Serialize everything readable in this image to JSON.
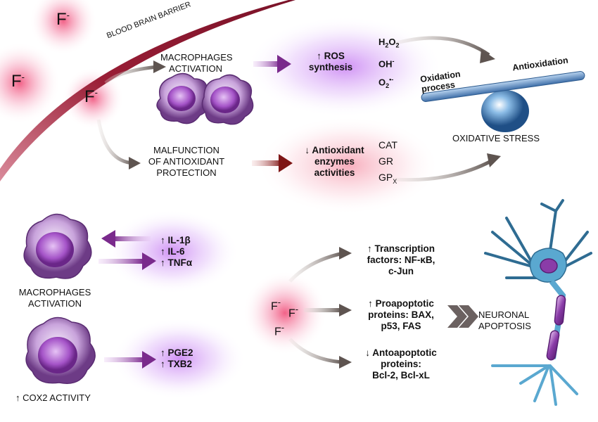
{
  "barrier_label": "BLOOD BRAIN BARRIER",
  "fluoride": {
    "symbol": "F",
    "charge": "-"
  },
  "top": {
    "macrophage_label": [
      "MACROPHAGES",
      "ACTIVATION"
    ],
    "ros_label": [
      "↑ ROS",
      "synthesis"
    ],
    "ros_species": [
      "H2O2",
      "OH-",
      "O2•-"
    ],
    "malfunction_label": [
      "MALFUNCTION",
      "OF ANTIOXIDANT",
      "PROTECTION"
    ],
    "antiox_label": [
      "↓ Antioxidant",
      "enzymes",
      "activities"
    ],
    "enzymes": [
      "CAT",
      "GR",
      "GPX"
    ]
  },
  "balance": {
    "left": [
      "Oxidation",
      "process"
    ],
    "right": "Antioxidation",
    "caption": "OXIDATIVE STRESS"
  },
  "bottom_left": {
    "cytokines": [
      "↑ IL-1β",
      "↑ IL-6",
      "↑ TNFα"
    ],
    "macrophage_label": [
      "MACROPHAGES",
      "ACTIVATION"
    ],
    "prostaglandins": [
      "↑ PGE2",
      "↑ TXB2"
    ],
    "cox2_label": "↑ COX2 ACTIVITY"
  },
  "bottom_right": {
    "transcription": [
      "↑ Transcription",
      "factors: NF-κB,",
      "c-Jun"
    ],
    "proapoptotic": [
      "↑ Proapoptotic",
      "proteins: BAX,",
      "p53, FAS"
    ],
    "antiapoptotic": [
      "↓ Antoapoptotic",
      "proteins:",
      "Bcl-2, Bcl-xL"
    ],
    "apoptosis_label": [
      "NEURONAL",
      "APOPTOSIS"
    ]
  },
  "colors": {
    "barrier": "#8b1a2e",
    "fluoride_glow": "#f06a8c",
    "macrophage": "#a06bc0",
    "ros_glow": "#c98af0",
    "arrow_purple": "#7b2a8c",
    "arrow_red": "#8b1a1a",
    "neuron": "#5aa8d0"
  }
}
